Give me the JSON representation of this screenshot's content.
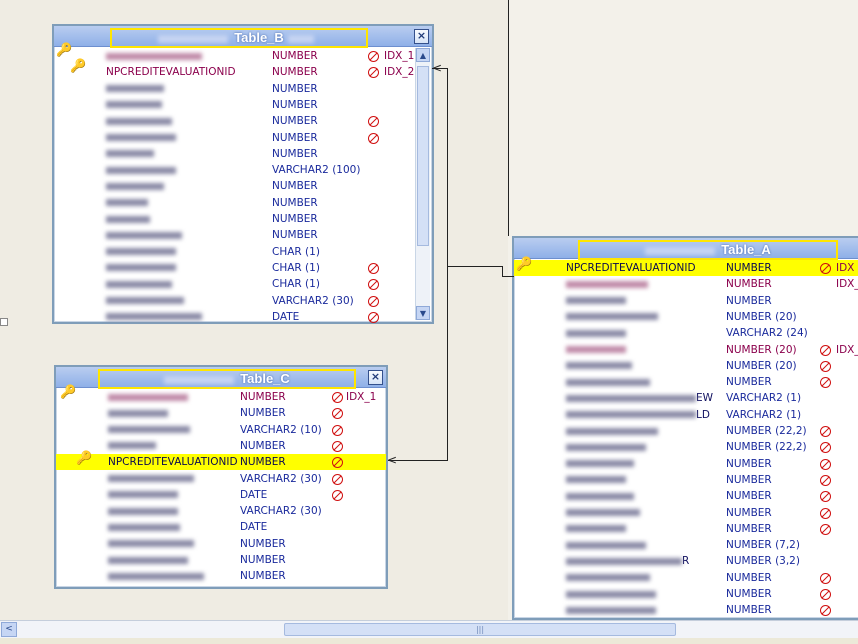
{
  "tables": {
    "table_b": {
      "title": "Table_B",
      "close": "×",
      "rows": [
        {
          "name": "",
          "type": "NUMBER",
          "nullable": true,
          "index": "IDX_1",
          "pink": true
        },
        {
          "name": "NPCREDITEVALUATIONID",
          "type": "NUMBER",
          "nullable": true,
          "index": "IDX_2",
          "pink": true
        },
        {
          "name": "",
          "type": "NUMBER"
        },
        {
          "name": "",
          "type": "NUMBER"
        },
        {
          "name": "",
          "type": "NUMBER",
          "nullable": true
        },
        {
          "name": "",
          "type": "NUMBER",
          "nullable": true
        },
        {
          "name": "",
          "type": "NUMBER"
        },
        {
          "name": "",
          "type": "VARCHAR2 (100)"
        },
        {
          "name": "",
          "type": "NUMBER"
        },
        {
          "name": "",
          "type": "NUMBER"
        },
        {
          "name": "",
          "type": "NUMBER"
        },
        {
          "name": "",
          "type": "NUMBER"
        },
        {
          "name": "",
          "type": "CHAR (1)"
        },
        {
          "name": "",
          "type": "CHAR (1)",
          "nullable": true
        },
        {
          "name": "",
          "type": "CHAR (1)",
          "nullable": true
        },
        {
          "name": "",
          "type": "VARCHAR2 (30)",
          "nullable": true
        },
        {
          "name": "",
          "type": "DATE",
          "nullable": true
        }
      ]
    },
    "table_c": {
      "title": "Table_C",
      "close": "×",
      "rows": [
        {
          "name": "",
          "type": "NUMBER",
          "nullable": true,
          "index": "IDX_1",
          "pink": true
        },
        {
          "name": "",
          "type": "NUMBER",
          "nullable": true
        },
        {
          "name": "",
          "type": "VARCHAR2 (10)",
          "nullable": true
        },
        {
          "name": "",
          "type": "NUMBER",
          "nullable": true
        },
        {
          "name": "NPCREDITEVALUATIONID",
          "type": "NUMBER",
          "nullable": true,
          "highlight": true
        },
        {
          "name": "",
          "type": "VARCHAR2 (30)",
          "nullable": true
        },
        {
          "name": "",
          "type": "DATE",
          "nullable": true
        },
        {
          "name": "",
          "type": "VARCHAR2 (30)"
        },
        {
          "name": "",
          "type": "DATE"
        },
        {
          "name": "",
          "type": "NUMBER"
        },
        {
          "name": "",
          "type": "NUMBER"
        },
        {
          "name": "",
          "type": "NUMBER"
        }
      ]
    },
    "table_a": {
      "title": "Table_A",
      "rows": [
        {
          "name": "NPCREDITEVALUATIONID",
          "type": "NUMBER",
          "nullable": true,
          "index": "IDX",
          "highlight": true
        },
        {
          "name": "",
          "type": "NUMBER",
          "index": "IDX_",
          "pink": true
        },
        {
          "name": "",
          "type": "NUMBER"
        },
        {
          "name": "",
          "type": "NUMBER (20)"
        },
        {
          "name": "",
          "type": "VARCHAR2 (24)"
        },
        {
          "name": "",
          "type": "NUMBER (20)",
          "nullable": true,
          "index": "IDX_",
          "pink": true
        },
        {
          "name": "",
          "type": "NUMBER (20)",
          "nullable": true
        },
        {
          "name": "",
          "type": "NUMBER",
          "nullable": true
        },
        {
          "name": "EW",
          "type": "VARCHAR2 (1)"
        },
        {
          "name": "LD",
          "type": "VARCHAR2 (1)"
        },
        {
          "name": "",
          "type": "NUMBER (22,2)",
          "nullable": true
        },
        {
          "name": "",
          "type": "NUMBER (22,2)",
          "nullable": true
        },
        {
          "name": "",
          "type": "NUMBER",
          "nullable": true
        },
        {
          "name": "",
          "type": "NUMBER",
          "nullable": true
        },
        {
          "name": "",
          "type": "NUMBER",
          "nullable": true
        },
        {
          "name": "",
          "type": "NUMBER",
          "nullable": true
        },
        {
          "name": "",
          "type": "NUMBER",
          "nullable": true
        },
        {
          "name": "",
          "type": "NUMBER (7,2)"
        },
        {
          "name": "R",
          "type": "NUMBER (3,2)"
        },
        {
          "name": "",
          "type": "NUMBER",
          "nullable": true
        },
        {
          "name": "",
          "type": "NUMBER",
          "nullable": true
        },
        {
          "name": "",
          "type": "NUMBER",
          "nullable": true
        }
      ]
    }
  },
  "scrollbar": {
    "left": "<",
    "thumb_grip": "|||"
  },
  "colors": {
    "highlight": "#ffff00",
    "title_border": "#ffe600",
    "type_text": "#1a2a9c",
    "name_text": "#8b004c",
    "not_null": "#d01010"
  }
}
